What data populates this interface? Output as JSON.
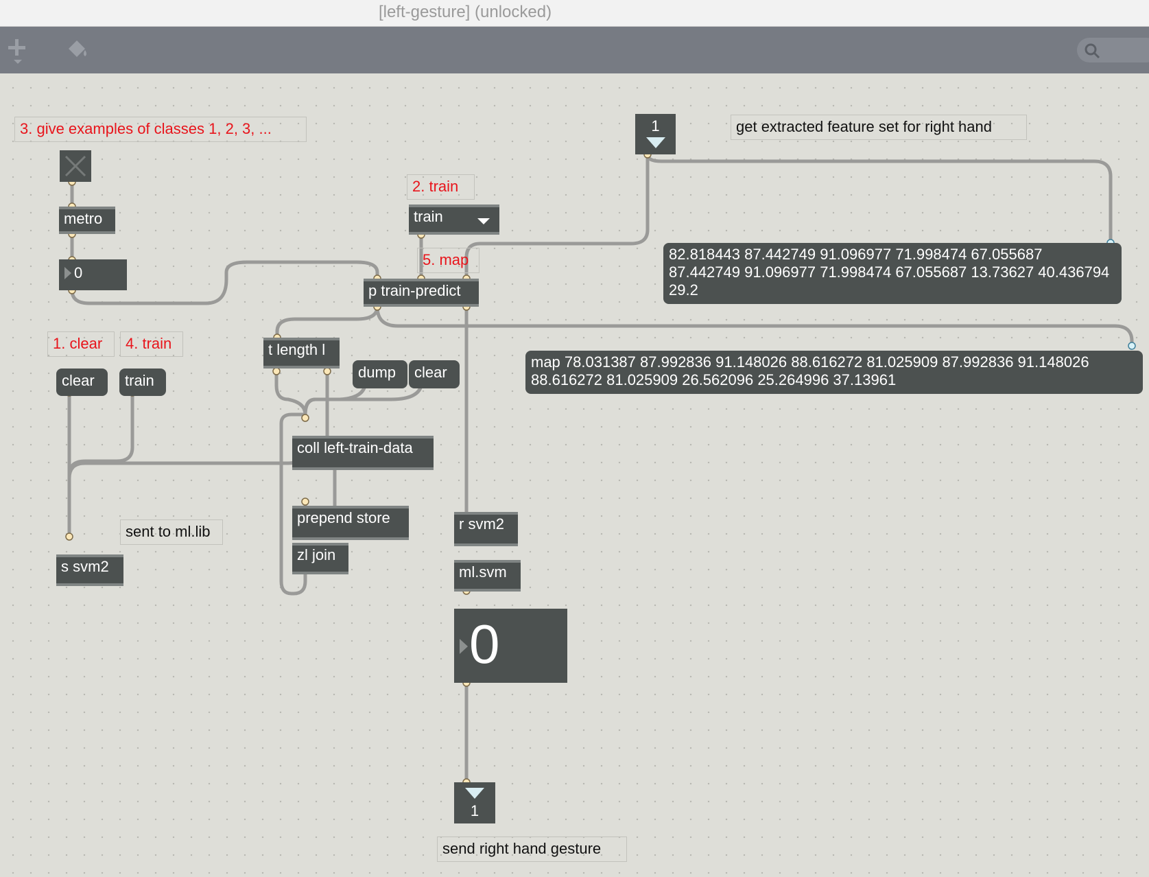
{
  "window": {
    "title": "[left-gesture] (unlocked)"
  },
  "toolbar": {
    "add_icon": "plus-icon",
    "paint_icon": "paint-bucket-icon",
    "search_icon": "search-icon"
  },
  "comments": {
    "step3": "3.  give examples of classes 1, 2, 3, ...",
    "step2": "2. train",
    "step5": "5. map",
    "step1": "1. clear",
    "step4": "4. train",
    "get_features": "get extracted feature set for right hand",
    "sent_to_mllib": "sent to ml.lib",
    "send_gesture": "send right hand gesture"
  },
  "objects": {
    "metro": "metro",
    "p_train_predict": "p train-predict",
    "t_length": "t length l",
    "coll": "coll left-train-data",
    "prepend_store": "prepend store",
    "zl_join": "zl join",
    "s_svm2": "s svm2",
    "r_svm2": "r svm2",
    "ml_svm": "ml.svm"
  },
  "messages": {
    "clear_left": "clear",
    "train_left": "train",
    "dump": "dump",
    "clear_mid": "clear",
    "feature_set": "82.818443 87.442749 91.096977 71.998474 67.055687 87.442749 91.096977 71.998474 67.055687 13.73627 40.436794 29.2",
    "map_output": "map 78.031387 87.992836 91.148026 88.616272 81.025909 87.992836 91.148026 88.616272 81.025909 26.562096 25.264996 37.13961"
  },
  "umenu": {
    "selected": "train"
  },
  "number_boxes": {
    "counter": "0",
    "result": "0"
  },
  "inlets": {
    "inlet_1": "1"
  },
  "outlets": {
    "outlet_1": "1"
  },
  "colors": {
    "canvas": "#deded8",
    "object": "#4c5150",
    "comment_red": "#e8141b",
    "toolbar": "#777b83"
  }
}
